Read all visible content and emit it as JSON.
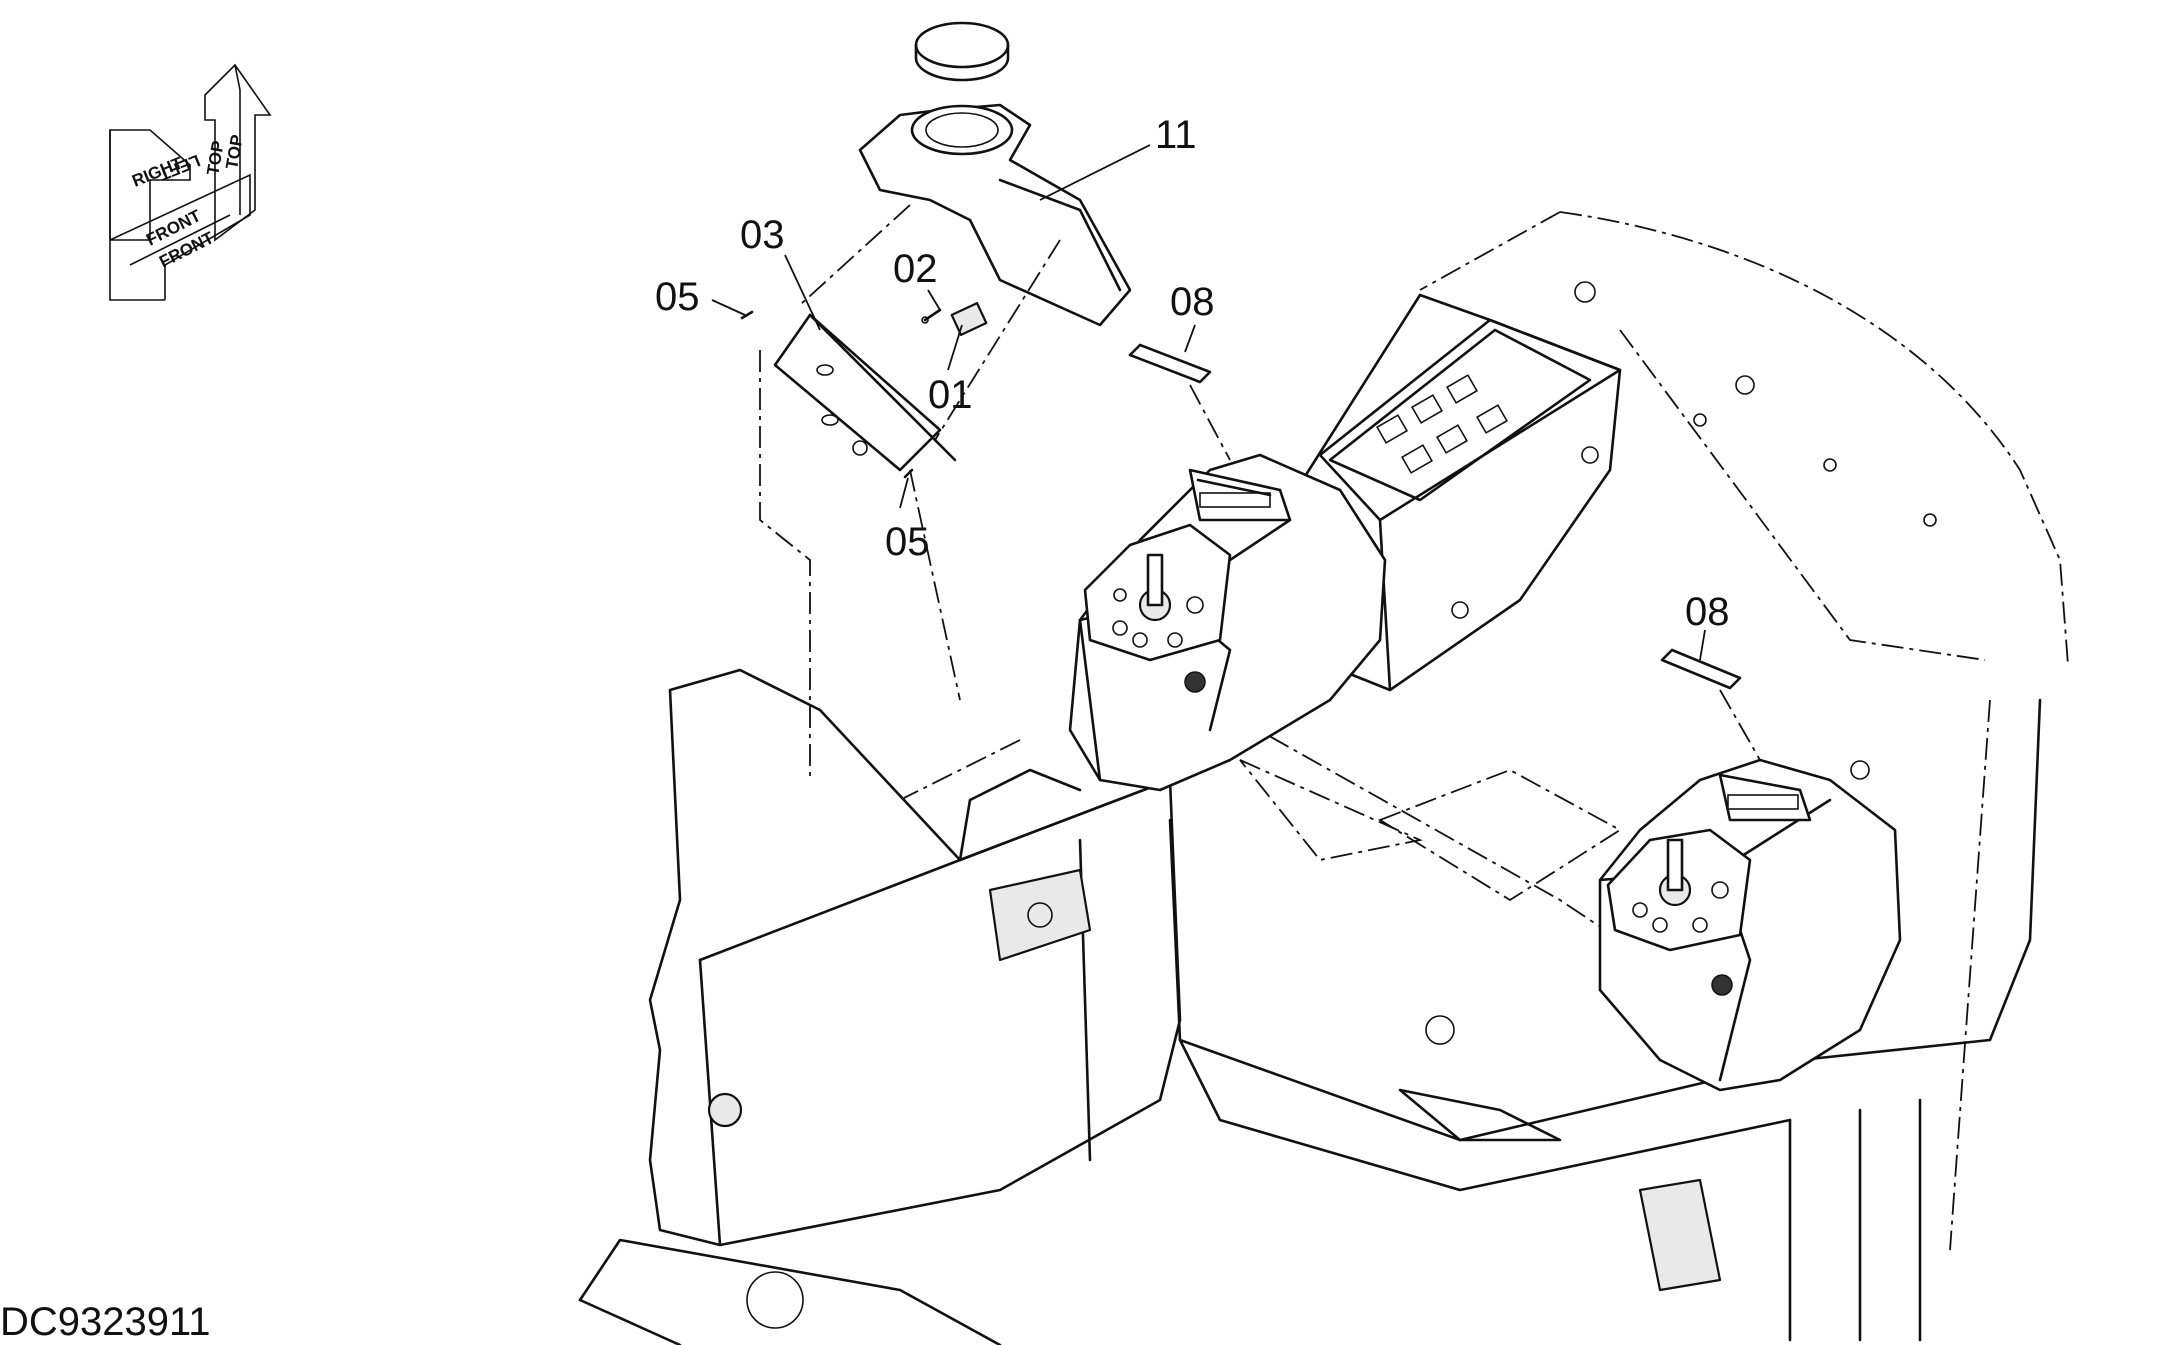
{
  "drawing_id": "DC9323911",
  "orientation_indicator": {
    "top_label": "TOP",
    "right_label": "RIGHT",
    "left_label": "LEFT",
    "front_label": "FRONT"
  },
  "callouts": [
    {
      "id": "callout-11",
      "text": "11"
    },
    {
      "id": "callout-03",
      "text": "03"
    },
    {
      "id": "callout-02",
      "text": "02"
    },
    {
      "id": "callout-05-top",
      "text": "05"
    },
    {
      "id": "callout-01",
      "text": "01"
    },
    {
      "id": "callout-05-bottom",
      "text": "05"
    },
    {
      "id": "callout-08-left",
      "text": "08"
    },
    {
      "id": "callout-08-right",
      "text": "08"
    }
  ]
}
